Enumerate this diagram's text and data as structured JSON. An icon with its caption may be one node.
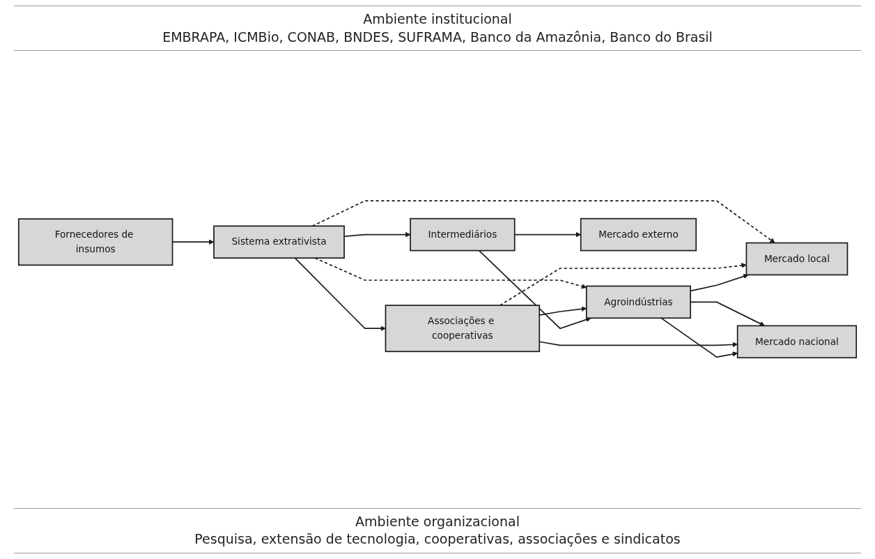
{
  "diagram": {
    "nodes": [
      {
        "text": [
          "Fornecedores de insumos"
        ]
      },
      {
        "text": [
          "Sistema extrativista"
        ]
      },
      {
        "text": [
          "Associações e cooperativas"
        ]
      },
      {
        "text": [
          "Agroindústrias"
        ]
      },
      {
        "text": [
          "Intermediários"
        ]
      },
      {
        "text": [
          "Mercado local"
        ]
      },
      {
        "text": [
          "Mercado nacional"
        ]
      },
      {
        "text": [
          "Mercado externo"
        ]
      }
    ],
    "edges": [
      {
        "from": 0,
        "to": 1,
        "arrow": "to"
      },
      {
        "from": 1,
        "to": 2,
        "arrow": "to"
      },
      {
        "from": 1,
        "to": 4,
        "arrow": "to"
      },
      {
        "from": 1,
        "to": 5,
        "arrow": "to",
        "style": "dashed"
      },
      {
        "from": 1,
        "to": 3,
        "arrow": "to",
        "style": "dashed"
      },
      {
        "from": 2,
        "to": 5,
        "arrow": "to",
        "style": "dashed"
      },
      {
        "from": 2,
        "to": 3,
        "arrow": "to"
      },
      {
        "from": 3,
        "to": 5,
        "arrow": "to"
      },
      {
        "from": 3,
        "to": 6,
        "arrow": "to"
      },
      {
        "from": 2,
        "to": 6,
        "arrow": "to"
      },
      {
        "from": 3,
        "to": 6,
        "arrow": "to"
      },
      {
        "from": 4,
        "to": 7,
        "arrow": "to"
      },
      {
        "from": 4,
        "to": 3,
        "arrow": "to"
      }
    ],
    "labels": [
      "Ambiente institucional",
      "EMBRAPA, ICMBio, CONAB, BNDES, SUFRAMA, Banco da Amazônia, Banco do Brasil",
      "Ambiente organizacional",
      "Pesquisa, extensão de tecnologia, cooperativas, associações e sindicatos"
    ]
  }
}
